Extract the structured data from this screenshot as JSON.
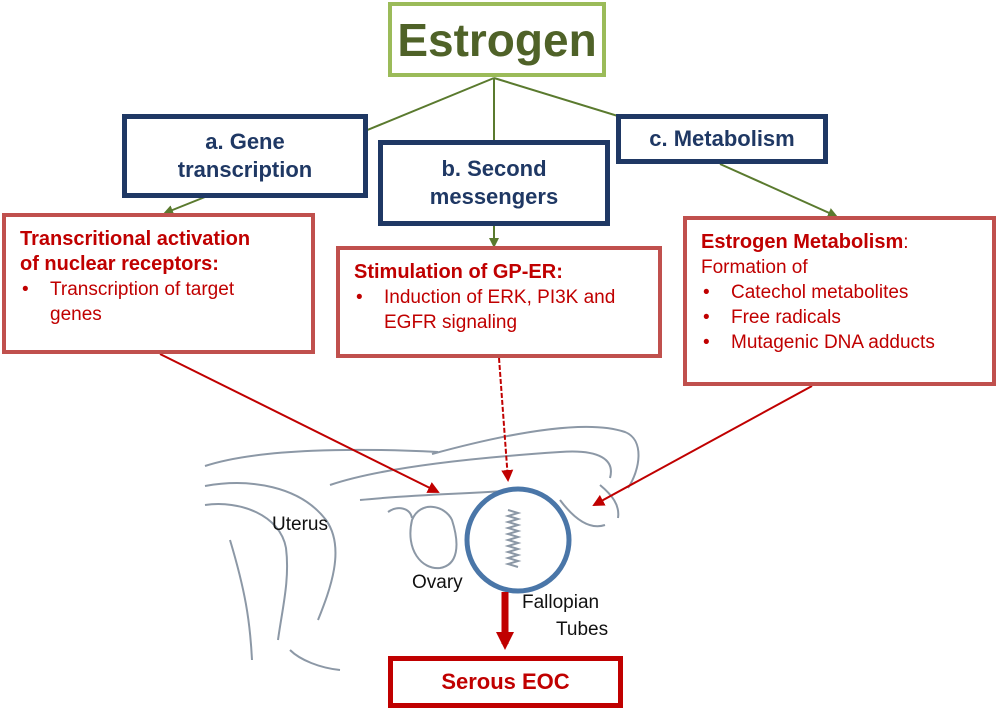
{
  "estrogen": "Estrogen",
  "pathways": {
    "a": [
      "a. Gene",
      "transcription"
    ],
    "b": [
      "b. Second",
      "messengers"
    ],
    "c": [
      "c. Metabolism"
    ]
  },
  "effects": {
    "a": {
      "heading": [
        "Transcritional activation",
        "of nuclear receptors:"
      ],
      "bullets": [
        "Transcription of target",
        "genes"
      ]
    },
    "b": {
      "heading": "Stimulation of GP-ER:",
      "bullets": [
        "Induction of ERK, PI3K and",
        "EGFR signaling"
      ]
    },
    "c": {
      "heading_bold": "Estrogen Metabolism",
      "heading_rest": ":",
      "intro": "Formation of",
      "bullets": [
        "Catechol metabolites",
        "Free radicals",
        "Mutagenic DNA adducts"
      ]
    }
  },
  "anatomy": {
    "uterus": "Uterus",
    "ovary": "Ovary",
    "fallopian": [
      "Fallopian",
      "Tubes"
    ]
  },
  "outcome": "Serous EOC",
  "colors": {
    "green": "#9bbb59",
    "connector_green": "#5a7a2e",
    "navy": "#1f3864",
    "red_border": "#c0504d",
    "red_text": "#c00000",
    "anatomy_line": "#8c98a6",
    "circle": "#4a76a8"
  }
}
